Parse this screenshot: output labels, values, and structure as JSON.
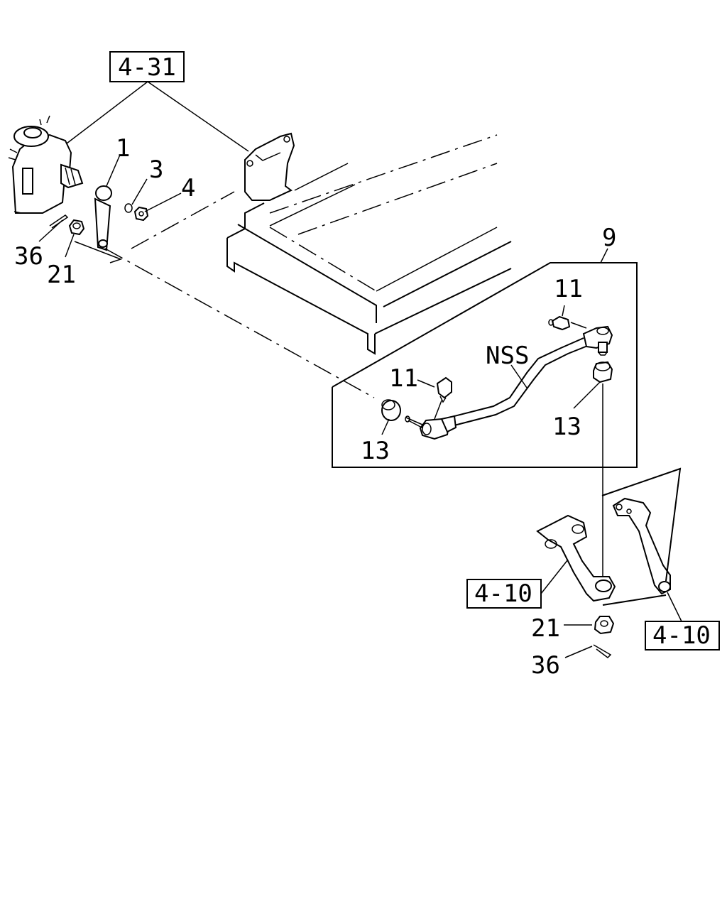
{
  "refs": {
    "top_box": "4-31",
    "left_box": "4-10",
    "right_box": "4-10"
  },
  "callouts": {
    "c1": "1",
    "c3": "3",
    "c4": "4",
    "c36_top": "36",
    "c21_top": "21",
    "c9": "9",
    "c11_top": "11",
    "nss": "NSS",
    "c11_mid": "11",
    "c13_left": "13",
    "c13_right": "13",
    "c21_bottom": "21",
    "c36_bottom": "36"
  }
}
